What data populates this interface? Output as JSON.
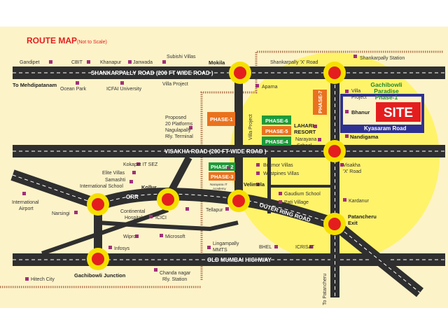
{
  "title": "ROUTE MAP",
  "subtitle": "(Not to Scale)",
  "colors": {
    "background": "#fdf3c8",
    "road": "#2f2f2f",
    "rail": "#c89770",
    "marker": "#a0307a",
    "junction_outer": "#f5e000",
    "junction_inner": "#e41e1e",
    "phase_orange": "#e9721e",
    "phase_green": "#1d9b3b",
    "site_red": "#e41e1e",
    "site_border": "#2e3192",
    "highlight": "#fff36a"
  },
  "roads": {
    "shankarpally": "SHANKARPALLY ROAD (200 FT WIDE ROAD )",
    "visakha": "VISAKHA ROAD (200 FT WIDE ROAD )",
    "orr_left": "ORR",
    "orr_right": "OUTER RING ROAD",
    "old_mumbai": "OLD MUMBAI HIGHWAY",
    "kyasaram": "Kyasaram Road",
    "villa_project": "Villa Project",
    "to_patancheru": "To Patancheru",
    "to_mehdipatanam": "To Mehdipatanam"
  },
  "phases": {
    "p1": "PHASE-1",
    "p2": "PHASE-2",
    "p3": "PHASE-3",
    "p4": "PHASE-4",
    "p5": "PHASE-5",
    "p6": "PHASE-6",
    "p7": "PHASE-7"
  },
  "site": {
    "name1": "Gachibowli",
    "name2": "Paradise",
    "name3": "Phase-1",
    "label": "SITE"
  },
  "places": {
    "gandipet": "Gandipet",
    "cbit": "CBIT",
    "khanapur": "Khanapur",
    "janwada": "Janwada",
    "subishi1": "Subishi Villas",
    "mokila": "Mokila",
    "shankarpally_x": "Shankarpally 'X' Road",
    "shankarpally_station": "Shankarpally Station",
    "ocean_park": "Ocean Park",
    "icfai": "ICFAI University",
    "villa_proj_left": "Villa Project",
    "aparna": "Aparna",
    "villa_proj_right1": "Villa",
    "villa_proj_right2": "Project",
    "bhanur": "Bhanur",
    "nandigama": "Nandigama",
    "proposed1": "Proposed",
    "proposed2": "20 Platforms",
    "proposed3": "Nagulapally",
    "proposed4": "Rly. Terminal",
    "lahari1": "LAHARI",
    "lahari2": "RESORT",
    "narayana1": "Narayana",
    "narayana2": "School",
    "kokapet": "Kokapet IT SEZ",
    "elite": "Elite Villas",
    "samashti1": "Samashti",
    "samashti2": "International School",
    "narayana_it1": "Narayana IT",
    "narayana_it2": "Academy",
    "bricmor": "Bricmor Villas",
    "westpines": "Westpines Villas",
    "visakha_x1": "Visakha",
    "visakha_x2": "'X' Road",
    "international1": "International",
    "international2": "Airport",
    "kollur": "Kollur",
    "velimela": "Velimela",
    "gaudium": "Gaudium School",
    "pati": "Pati Village",
    "kardanur": "Kardanur",
    "narsingi": "Narsingi",
    "continental1": "Continental",
    "continental2": "Hospital",
    "icici": "ICICI",
    "tellapur": "Tellapur",
    "patancheru1": "Patancheru",
    "patancheru2": "Exit",
    "wipro": "Wipro",
    "microsoft": "Microsoft",
    "infosys": "Infosys",
    "lingampally1": "Lingampally",
    "lingampally2": "MMTS",
    "bhel": "BHEL",
    "icrisat": "ICRISAT",
    "hitech": "Hitech City",
    "gachibowli_jn": "Gachibowli Junction",
    "chanda1": "Chanda nagar",
    "chanda2": "Rly. Station"
  }
}
